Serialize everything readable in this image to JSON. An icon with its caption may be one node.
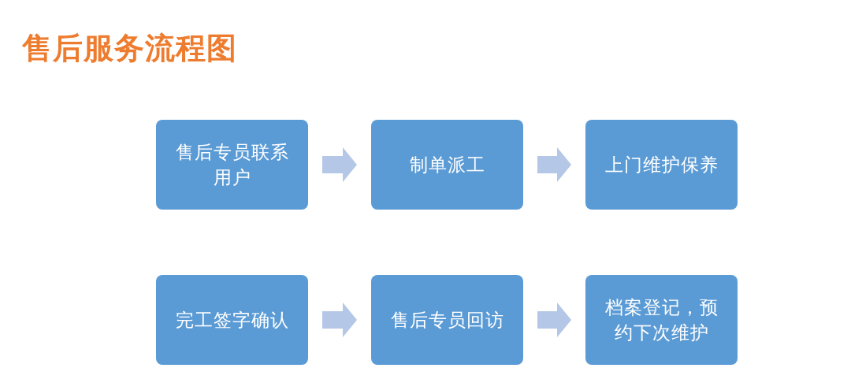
{
  "diagram": {
    "title": "售后服务流程图",
    "nodes": [
      {
        "text": [
          "售后专员联系用户"
        ]
      },
      {
        "text": [
          "制单派工"
        ]
      },
      {
        "text": [
          "上门维护保养"
        ]
      },
      {
        "text": [
          "完工签字确认"
        ]
      },
      {
        "text": [
          "售后专员回访"
        ]
      },
      {
        "text": [
          "档案登记，预约下次维护"
        ]
      }
    ],
    "edges": [
      {
        "from": 0,
        "to": 1,
        "arrow": "to"
      },
      {
        "from": 1,
        "to": 2,
        "arrow": "to"
      },
      {
        "from": 3,
        "to": 4,
        "arrow": "to"
      },
      {
        "from": 4,
        "to": 5,
        "arrow": "to"
      }
    ]
  }
}
